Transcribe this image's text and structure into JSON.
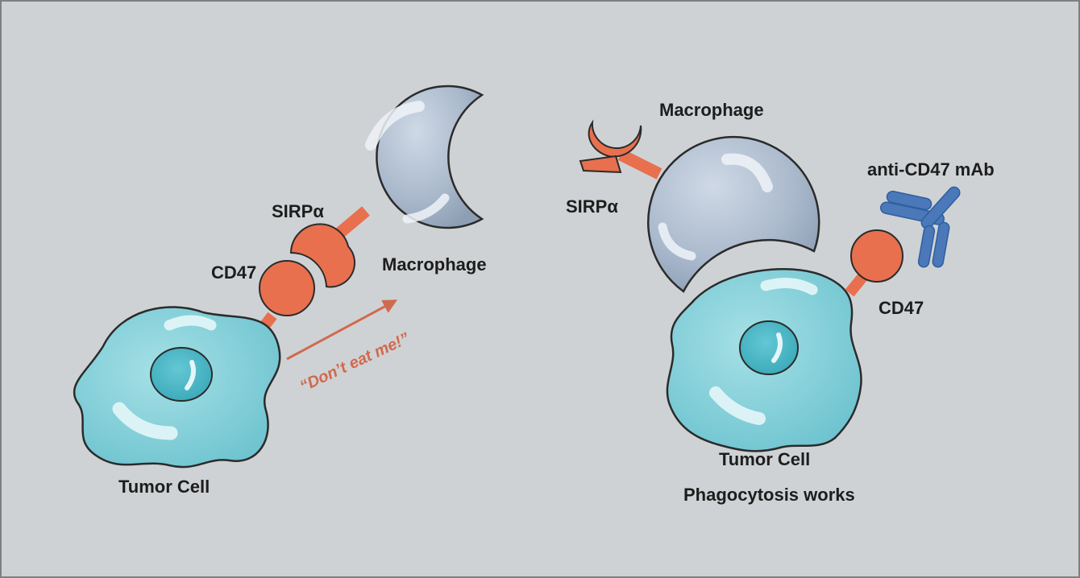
{
  "left_panel": {
    "macrophage_label": "Macrophage",
    "sirp_label": "SIRPα",
    "cd47_label": "CD47",
    "tumor_label": "Tumor Cell",
    "signal_text": "“Don’t eat me!”"
  },
  "right_panel": {
    "macrophage_label": "Macrophage",
    "sirp_label": "SIRPα",
    "antibody_label": "anti-CD47 mAb",
    "cd47_label": "CD47",
    "tumor_label": "Tumor Cell",
    "outcome_label": "Phagocytosis works"
  },
  "colors": {
    "background": "#cfd2d4",
    "border": "#7d7f80",
    "receptor": "#e8704e",
    "macrophage": "#a9b8cb",
    "tumor_cell": "#7fcdd6",
    "nucleus": "#4bb8c8",
    "antibody": "#4a78b9",
    "signal": "#d06a4e"
  }
}
